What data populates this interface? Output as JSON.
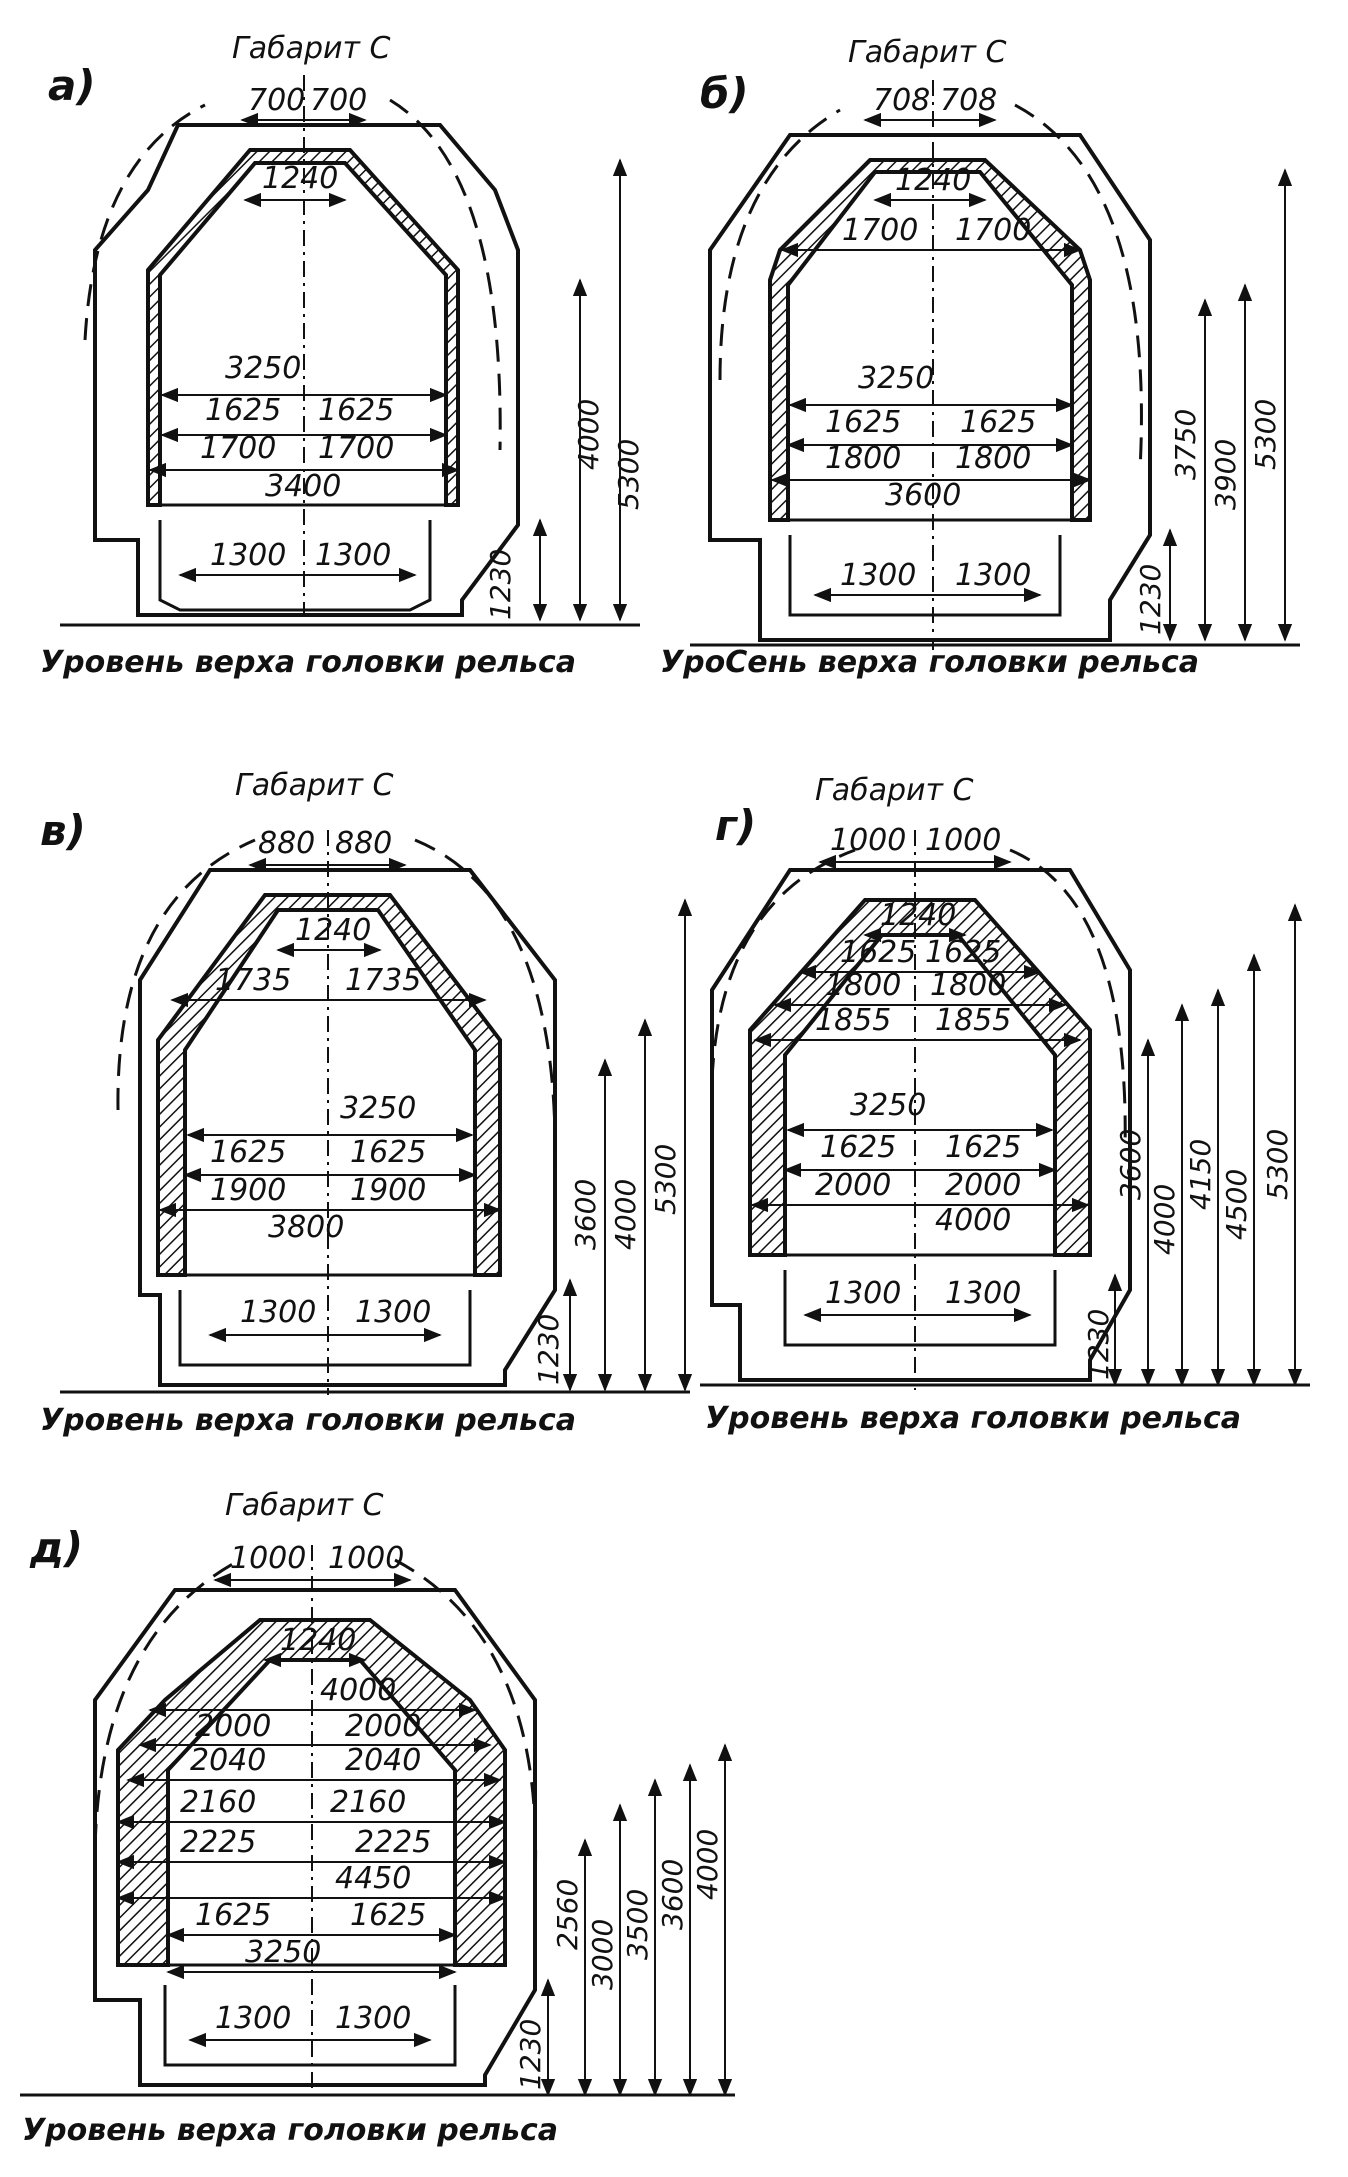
{
  "panels": [
    {
      "letter": "а)",
      "title": "Габарит С",
      "caption": "Уровень верха головки рельса",
      "top_half": [
        "700",
        "700"
      ],
      "top_mid": "1240",
      "mid_labels": [
        "3250",
        "1625",
        "1625",
        "1700",
        "1700",
        "3400"
      ],
      "bottom": [
        "1300",
        "1300"
      ],
      "verticals": [
        "4000",
        "5300",
        "1230"
      ]
    },
    {
      "letter": "б)",
      "title": "Габарит С",
      "caption": "УроСень верха головки рельса",
      "top_half": [
        "708",
        "708"
      ],
      "top_mid": "1240",
      "shoulder": [
        "1700",
        "1700"
      ],
      "mid_labels": [
        "3250",
        "1625",
        "1625",
        "1800",
        "1800",
        "3600"
      ],
      "bottom": [
        "1300",
        "1300"
      ],
      "verticals": [
        "3750",
        "3900",
        "5300",
        "1230"
      ]
    },
    {
      "letter": "в)",
      "title": "Габарит С",
      "caption": "Уровень верха головки рельса",
      "top_half": [
        "880",
        "880"
      ],
      "top_mid": "1240",
      "shoulder": [
        "1735",
        "1735"
      ],
      "mid_labels": [
        "3250",
        "1625",
        "1625",
        "1900",
        "1900",
        "3800"
      ],
      "bottom": [
        "1300",
        "1300"
      ],
      "verticals": [
        "3600",
        "4000",
        "5300",
        "1230"
      ]
    },
    {
      "letter": "г)",
      "title": "Габарит С",
      "caption": "Уровень верха головки рельса",
      "top_half": [
        "1000",
        "1000"
      ],
      "top_mid": "1240",
      "shoulder_rows": [
        [
          "1625",
          "1625"
        ],
        [
          "1800",
          "1800"
        ],
        [
          "1855",
          "1855"
        ]
      ],
      "mid_labels": [
        "3250",
        "1625",
        "1625",
        "2000",
        "2000",
        "4000"
      ],
      "bottom": [
        "1300",
        "1300"
      ],
      "verticals": [
        "3600",
        "4000",
        "4150",
        "4500",
        "5300",
        "1230"
      ]
    },
    {
      "letter": "д)",
      "title": "Габарит С",
      "caption": "Уровень верха головки рельса",
      "top_half": [
        "1000",
        "1000"
      ],
      "top_mid": "1240",
      "top_full": "4000",
      "rows": [
        [
          "2000",
          "2000"
        ],
        [
          "2040",
          "2040"
        ],
        [
          "2160",
          "2160"
        ],
        [
          "2225",
          "2225"
        ],
        [
          "4450"
        ],
        [
          "1625",
          "1625"
        ],
        [
          "3250"
        ]
      ],
      "bottom": [
        "1300",
        "1300"
      ],
      "verticals": [
        "2560",
        "3000",
        "3500",
        "3600",
        "4000",
        "1230"
      ]
    }
  ]
}
